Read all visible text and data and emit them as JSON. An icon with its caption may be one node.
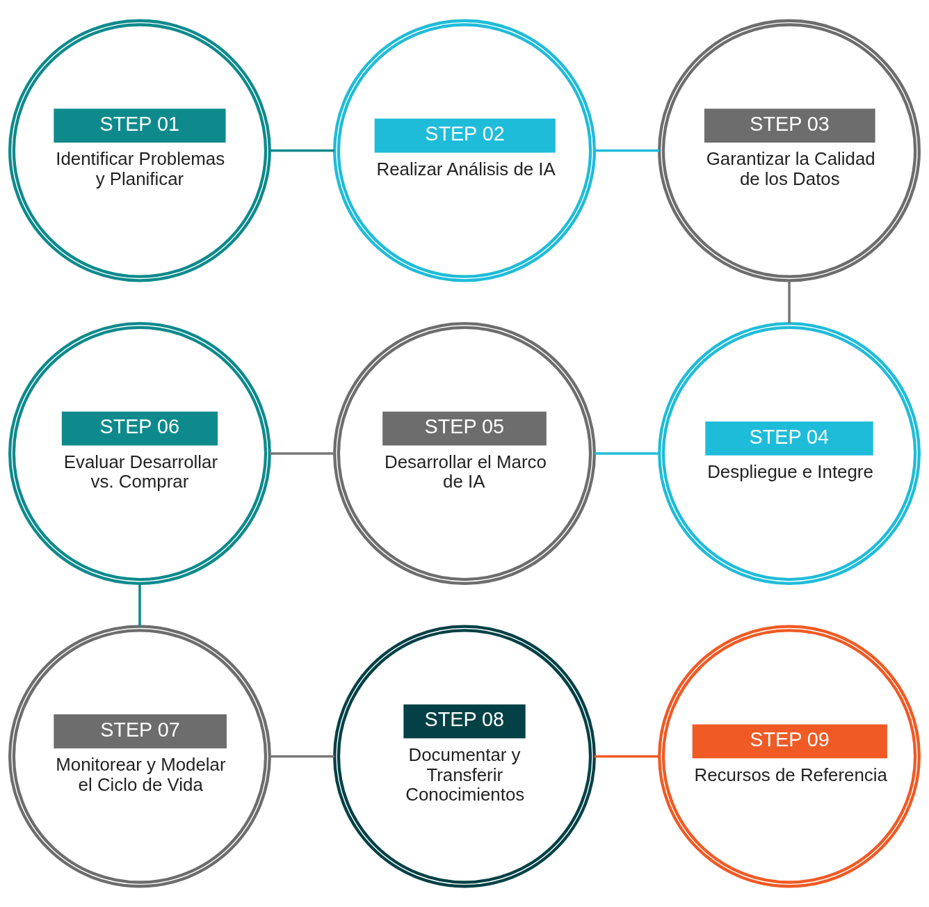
{
  "diagram": {
    "nodes": [
      {
        "text": [
          "STEP 01",
          "Identificar Problemas y Planificar"
        ]
      },
      {
        "text": [
          "STEP 02",
          "Realizar Análisis de IA"
        ]
      },
      {
        "text": [
          "STEP 03",
          "Garantizar la Calidad de los Datos"
        ]
      },
      {
        "text": [
          "STEP 04",
          "Despliegue e Integre"
        ]
      },
      {
        "text": [
          "STEP 05",
          "Desarrollar el Marco de IA"
        ]
      },
      {
        "text": [
          "STEP 06",
          "Evaluar Desarrollar vs. Comprar"
        ]
      },
      {
        "text": [
          "STEP 07",
          "Monitorear y Modelar el Ciclo de Vida"
        ]
      },
      {
        "text": [
          "STEP 08",
          "Documentar y Transferir Conocimientos"
        ]
      },
      {
        "text": [
          "STEP 09",
          "Recursos de Referencia"
        ]
      }
    ],
    "edges": [
      {
        "from": 0,
        "to": 1,
        "arrow": "none",
        "color": "#0e8a8c"
      },
      {
        "from": 1,
        "to": 2,
        "arrow": "none",
        "color": "#1fbcd9"
      },
      {
        "from": 2,
        "to": 3,
        "arrow": "none"
      },
      {
        "from": 3,
        "to": 4,
        "arrow": "none",
        "color": "#1fbcd9"
      },
      {
        "from": 4,
        "to": 5,
        "arrow": "none"
      },
      {
        "from": 5,
        "to": 6,
        "arrow": "none",
        "color": "#0e8a8c"
      },
      {
        "from": 6,
        "to": 7,
        "arrow": "none"
      },
      {
        "from": 7,
        "to": 8,
        "arrow": "none",
        "color": "#f05a24"
      }
    ]
  }
}
